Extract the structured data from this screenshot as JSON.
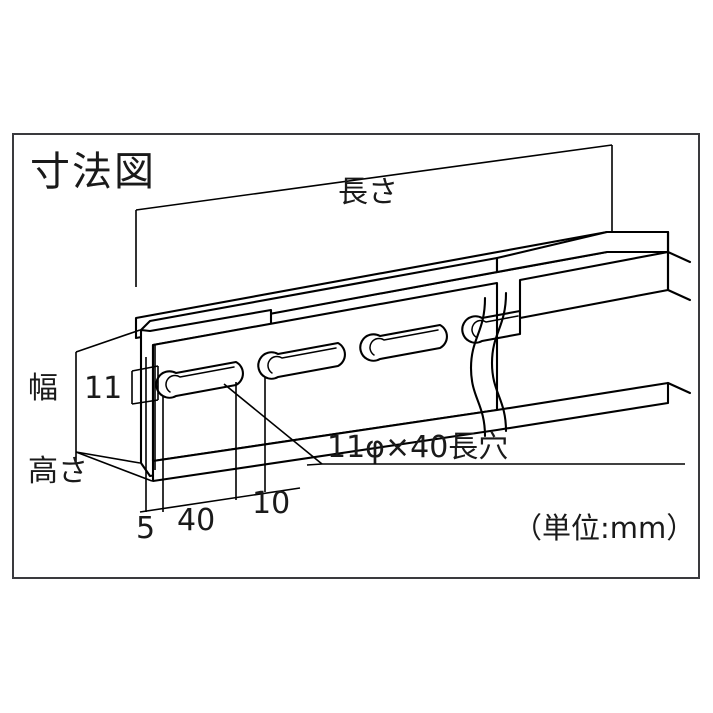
{
  "document": {
    "type": "technical-dimensional-drawing",
    "title": "寸法図",
    "unit_note": "（単位:mm）",
    "background_color": "#ffffff",
    "frame_color": "#3a3a3e",
    "line_color": "#000000"
  },
  "labels": {
    "length": "長さ",
    "width": "幅",
    "height": "高さ",
    "web_dim": "11",
    "edge_margin": "5",
    "slot_length": "40",
    "slot_pitch_gap": "10",
    "slot_callout": "11φ×40長穴"
  },
  "chart_data": {
    "type": "table",
    "title": "寸法図",
    "xlabel": "",
    "ylabel": "",
    "categories": [
      "長さ",
      "幅",
      "高さ",
      "11",
      "5",
      "40",
      "10",
      "11φ×40長穴"
    ],
    "values": [
      null,
      null,
      null,
      11,
      5,
      40,
      10,
      null
    ],
    "annotations": [
      {
        "text": "長さ",
        "meaning": "length",
        "value": null,
        "position": "top"
      },
      {
        "text": "幅",
        "meaning": "width",
        "value": null,
        "position": "left-upper"
      },
      {
        "text": "高さ",
        "meaning": "height",
        "value": null,
        "position": "left-lower"
      },
      {
        "text": "11",
        "meaning": "slot-width-dimension",
        "value": 11,
        "position": "left-inner"
      },
      {
        "text": "5",
        "meaning": "end-margin",
        "value": 5,
        "position": "bottom"
      },
      {
        "text": "40",
        "meaning": "slot-length",
        "value": 40,
        "position": "bottom"
      },
      {
        "text": "10",
        "meaning": "slot-spacing",
        "value": 10,
        "position": "bottom"
      },
      {
        "text": "11φ×40長穴",
        "meaning": "slotted-hole-11-dia-by-40-long",
        "value": null,
        "position": "callout"
      },
      {
        "text": "（単位:mm）",
        "meaning": "units-millimeters",
        "value": null,
        "position": "bottom-right"
      }
    ],
    "legend": [],
    "grid": false
  }
}
